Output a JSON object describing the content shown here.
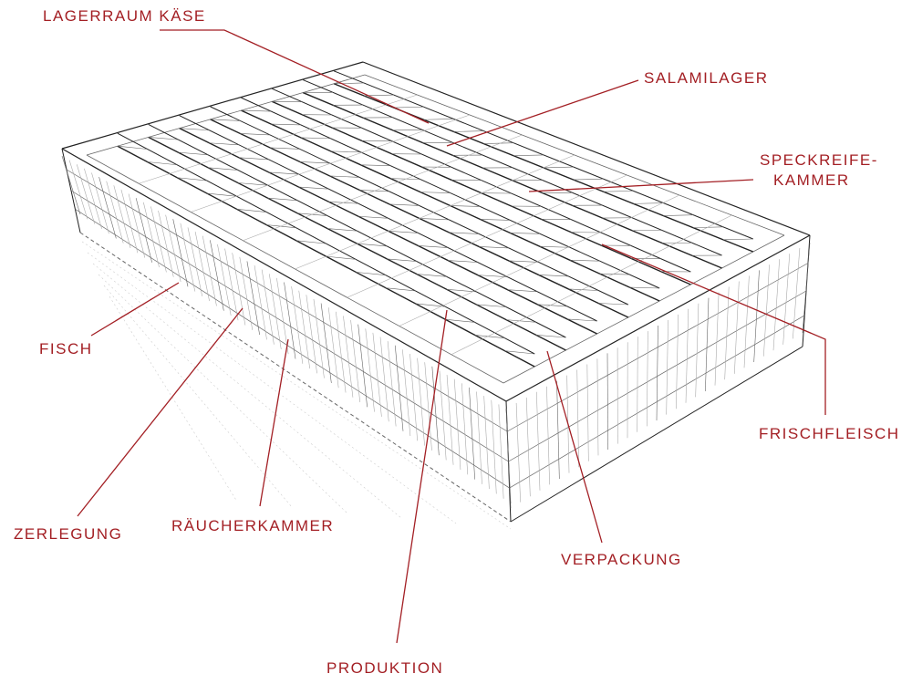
{
  "accent_color": "#a31f24",
  "labels": {
    "lagerraum_kaese": "LAGERRAUM KÄSE",
    "salamilager": "SALAMILAGER",
    "speckreife_1": "SPECKREIFE-",
    "speckreife_2": "KAMMER",
    "fisch": "FISCH",
    "frischfleisch": "FRISCHFLEISCH",
    "zerlegung": "ZERLEGUNG",
    "raeucherkammer": "RÄUCHERKAMMER",
    "verpackung": "VERPACKUNG",
    "produktion": "PRODUKTION"
  }
}
